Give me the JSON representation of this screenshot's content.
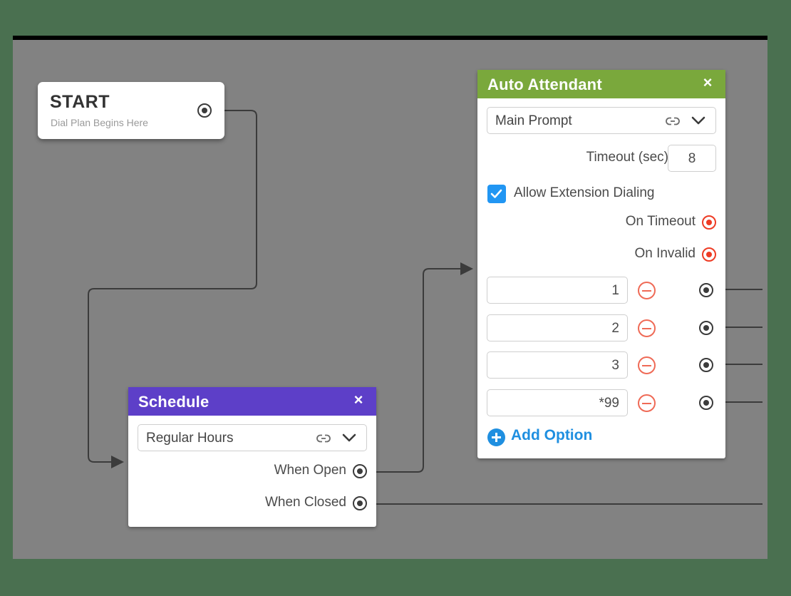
{
  "canvas": {
    "background_color": "#828282",
    "page_background_color": "#4a7050",
    "border_color": "#000000"
  },
  "start_node": {
    "title": "START",
    "subtitle": "Dial Plan Begins Here",
    "output_port_name": "start-output"
  },
  "auto_attendant": {
    "title": "Auto Attendant",
    "header_color": "#7aa83c",
    "close_label": "×",
    "prompt": {
      "value": "Main Prompt",
      "chain_icon": "link-icon",
      "chevron_icon": "chevron-down-icon"
    },
    "timeout": {
      "label": "Timeout (sec)",
      "value": "8"
    },
    "allow_extension_dialing": {
      "label": "Allow Extension Dialing",
      "checked": true,
      "color": "#2196f3"
    },
    "on_timeout": {
      "label": "On Timeout",
      "port_color": "#ee3b24"
    },
    "on_invalid": {
      "label": "On Invalid",
      "port_color": "#ee3b24"
    },
    "options": [
      {
        "value": "1",
        "remove_icon": "minus-circle-icon"
      },
      {
        "value": "2",
        "remove_icon": "minus-circle-icon"
      },
      {
        "value": "3",
        "remove_icon": "minus-circle-icon"
      },
      {
        "value": "*99",
        "remove_icon": "minus-circle-icon"
      }
    ],
    "add_option": {
      "label": "Add Option",
      "icon": "plus-circle-icon",
      "color": "#1f8fe0"
    }
  },
  "schedule": {
    "title": "Schedule",
    "header_color": "#5d3fc8",
    "close_label": "×",
    "prompt": {
      "value": "Regular Hours",
      "chain_icon": "link-icon",
      "chevron_icon": "chevron-down-icon"
    },
    "when_open": {
      "label": "When Open"
    },
    "when_closed": {
      "label": "When Closed"
    }
  }
}
